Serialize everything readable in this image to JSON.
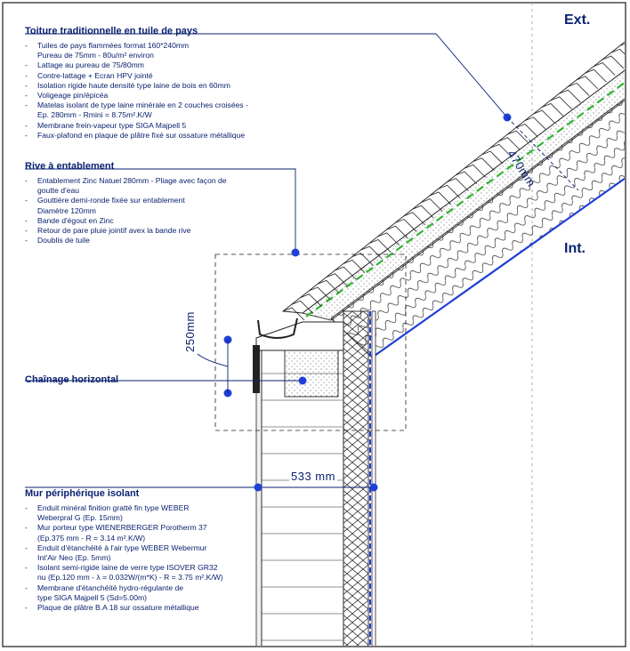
{
  "labels": {
    "ext": "Ext.",
    "int": "Int.",
    "dim_470": "470mm",
    "dim_250": "250mm",
    "dim_533": "533 mm"
  },
  "blocks": [
    {
      "title": "Toiture traditionnelle en tuile de pays",
      "items": [
        "Tuiles de pays flammées format 160*240mm\nPureau de 75mm - 80u/m² environ",
        "Lattage au pureau de 75/80mm",
        "Contre-lattage + Ecran HPV jointé",
        "Isolation rigide haute densité type laine de bois en 60mm",
        "Voligeage pin/épicéa",
        "Matelas isolant de type laine minérale en 2 couches croisées -\nEp. 280mm - Rmini = 8.75m².K/W",
        "Membrane frein-vapeur type SIGA Majpell 5",
        "Faux-plafond en plaque de plâtre fixé sur ossature métallique"
      ]
    },
    {
      "title": "Rive à entablement",
      "items": [
        "Entablement Zinc Natuel 280mm - Pliage avec façon de\ngoutte d'eau",
        "Gouttière demi-ronde fixée sur entablement\nDiamètre 120mm",
        "Bande d'égout en Zinc",
        "Retour de pare pluie jointif avex la bande rive",
        "Doublis de tuile"
      ]
    },
    {
      "title": "Chaînage horizontal",
      "items": []
    },
    {
      "title": "Mur périphérique isolant",
      "items": [
        "Enduit minéral finition gratté fin type WEBER\nWeberpral G (Ep. 15mm)",
        "Mur porteur type WIENERBERGER Porotherm 37\n(Ep.375 mm - R = 3.14 m².K/W)",
        "Enduit d'étanchéité à l'air type WEBER Webermur\nInt'Air Neo (Ep. 5mm)",
        "Isolant semi-rigide laine de verre type ISOVER GR32\nnu (Ep.120 mm - λ = 0.032W/(m*K) - R = 3.75 m².K/W)",
        "Membrane d'étanchéité hydro-régulante de\ntype SIGA Majpell 5 (Sd=5.00m)",
        "Plaque de plâtre B.A 18 sur ossature métallique"
      ]
    }
  ],
  "colors": {
    "ink": "#0b2270",
    "line": "#1a1a1a",
    "green": "#2fb52f",
    "blue": "#1f3fd6"
  }
}
